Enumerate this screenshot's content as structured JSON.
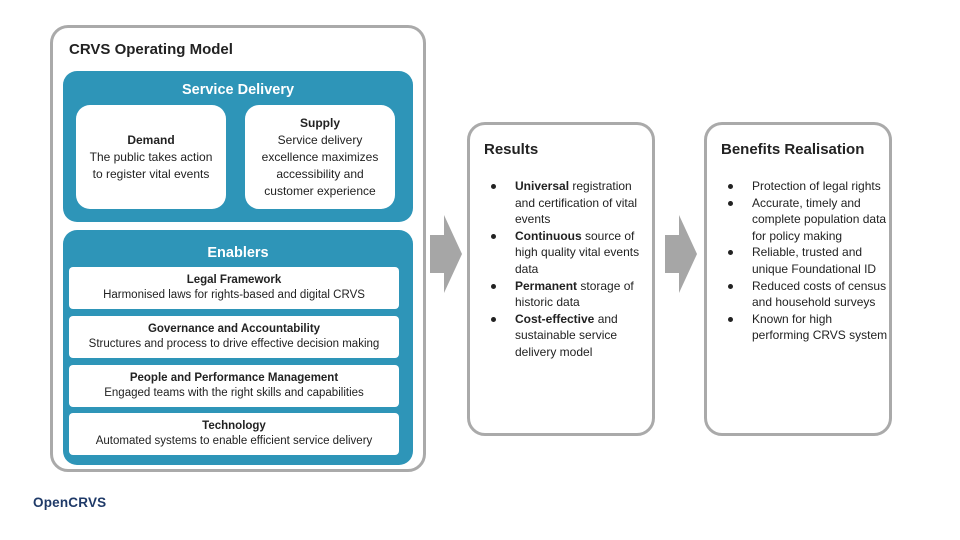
{
  "operating_model": {
    "title": "CRVS Operating Model",
    "service_delivery": {
      "title": "Service Delivery",
      "demand": {
        "title": "Demand",
        "text": "The public takes action to register vital events"
      },
      "supply": {
        "title": "Supply",
        "text": "Service delivery excellence maximizes accessibility and customer experience"
      }
    },
    "enablers": {
      "title": "Enablers",
      "items": [
        {
          "title": "Legal Framework",
          "text": "Harmonised laws for rights-based and digital CRVS"
        },
        {
          "title": "Governance and Accountability",
          "text": "Structures and process to drive effective decision making"
        },
        {
          "title": "People and Performance Management",
          "text": "Engaged teams with the right skills and capabilities"
        },
        {
          "title": "Technology",
          "text": "Automated systems to enable efficient service delivery"
        }
      ]
    }
  },
  "results": {
    "title": "Results",
    "items": [
      {
        "bold": "Universal",
        "text": " registration and certification of vital events"
      },
      {
        "bold": "Continuous",
        "text": " source of high quality vital events data"
      },
      {
        "bold": "Permanent",
        "text": " storage of historic data"
      },
      {
        "bold": "Cost-effective",
        "text": " and sustainable service delivery model"
      }
    ]
  },
  "benefits": {
    "title": "Benefits Realisation",
    "items": [
      "Protection of legal rights",
      "Accurate, timely and complete population data for policy making",
      "Reliable, trusted and unique Foundational ID",
      "Reduced costs of census and household surveys",
      "Known for high performing CRVS system"
    ]
  },
  "brand": {
    "logo_text": "OpenCRVS"
  },
  "colors": {
    "accent_blue": "#2e95b8",
    "panel_border": "#aaaaaa",
    "arrow_gray": "#a6a6a6",
    "brand_navy": "#1f3a68"
  }
}
